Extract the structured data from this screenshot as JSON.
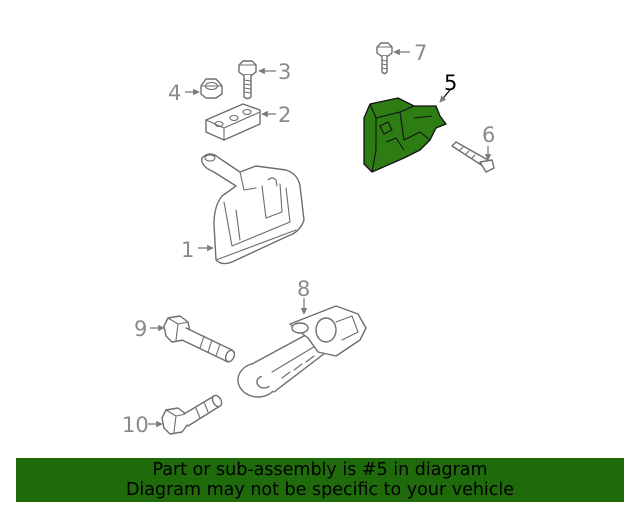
{
  "diagram": {
    "highlighted_part": "5",
    "highlight_color": "#2e7d14",
    "callouts": {
      "c1": "1",
      "c2": "2",
      "c3": "3",
      "c4": "4",
      "c5": "5",
      "c6": "6",
      "c7": "7",
      "c8": "8",
      "c9": "9",
      "c10": "10"
    }
  },
  "banner": {
    "background_color": "#1f6b0c",
    "line1": "Part or sub-assembly is #5 in diagram",
    "line2": "Diagram may not be specific to your vehicle"
  }
}
